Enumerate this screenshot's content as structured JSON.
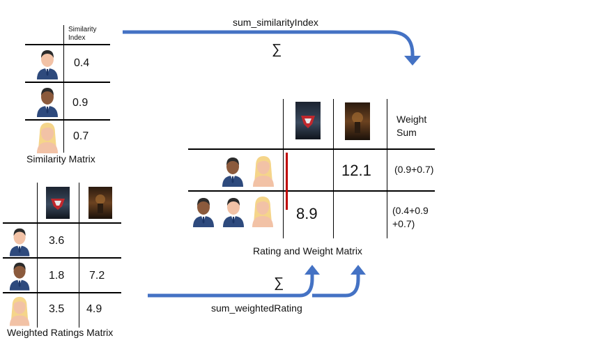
{
  "similarity_matrix": {
    "header": "Similarity Index",
    "rows": [
      {
        "user": "user-a",
        "value": "0.4"
      },
      {
        "user": "user-b",
        "value": "0.9"
      },
      {
        "user": "user-c",
        "value": "0.7"
      }
    ],
    "caption": "Similarity Matrix"
  },
  "weighted_ratings_matrix": {
    "movies": [
      "movie-1-poster",
      "movie-2-poster"
    ],
    "rows": [
      {
        "user": "user-a",
        "m1": "3.6",
        "m2": ""
      },
      {
        "user": "user-b",
        "m1": "1.8",
        "m2": "7.2"
      },
      {
        "user": "user-c",
        "m1": "3.5",
        "m2": "4.9"
      }
    ],
    "caption": "Weighted Ratings Matrix"
  },
  "rating_weight_matrix": {
    "weight_header": "Weight Sum",
    "row1": {
      "m1": "",
      "m2": "12.1",
      "weight": "(0.9+0.7)"
    },
    "row2": {
      "m1": "8.9",
      "m2": "",
      "weight": "(0.4+0.9 +0.7)"
    },
    "caption": "Rating and Weight Matrix"
  },
  "flows": {
    "top_label": "sum_similarityIndex",
    "top_symbol": "∑",
    "bottom_label": "sum_weightedRating",
    "bottom_symbol": "∑"
  },
  "colors": {
    "arrow": "#4472C4",
    "highlight": "#C00000",
    "skin_light": "#F2C2A6",
    "skin_dark": "#8B5A3C",
    "hair_dark": "#2b2b2b",
    "hair_blonde": "#F5D58A",
    "suit": "#2E4A7D"
  }
}
